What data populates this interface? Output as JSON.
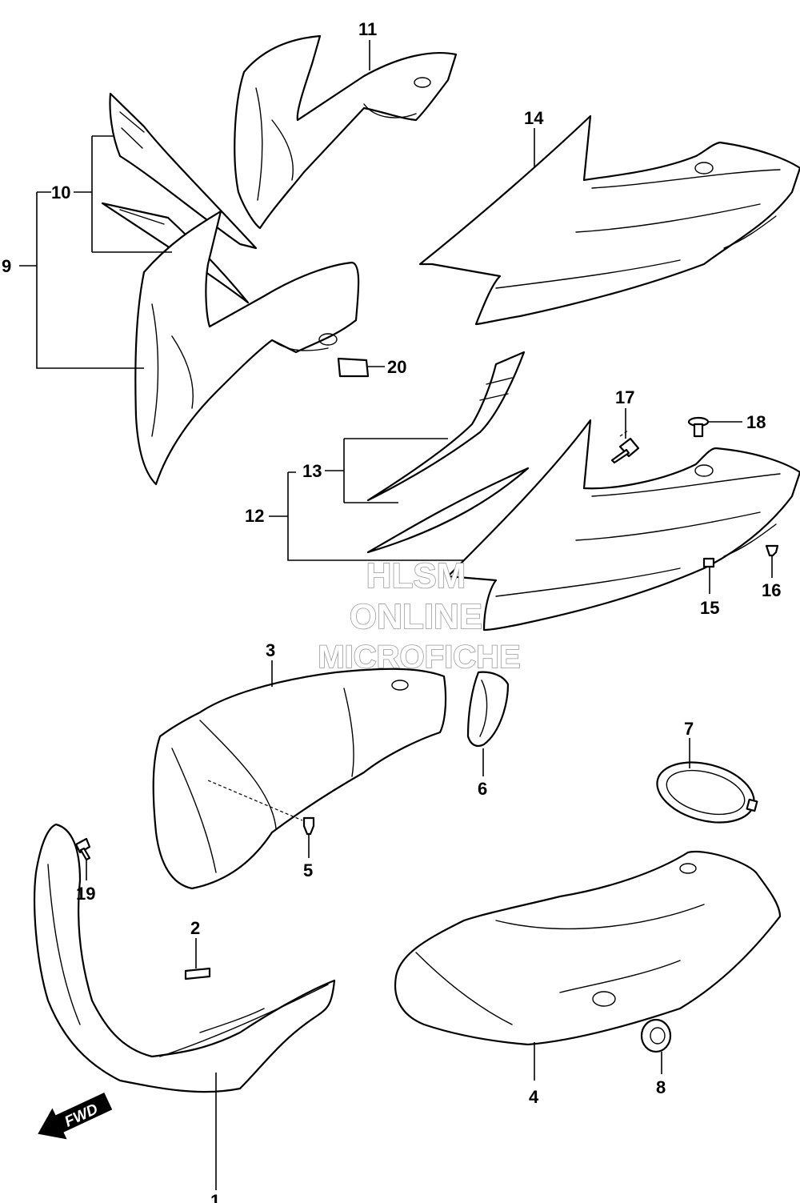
{
  "callouts": {
    "p1": "1",
    "p2": "2",
    "p3": "3",
    "p4": "4",
    "p5": "5",
    "p6": "6",
    "p7": "7",
    "p8": "8",
    "p9": "9",
    "p10": "10",
    "p11": "11",
    "p12": "12",
    "p13": "13",
    "p14": "14",
    "p15": "15",
    "p16": "16",
    "p17": "17",
    "p18": "18",
    "p19": "19",
    "p20": "20"
  },
  "watermark": {
    "line1": "HLSM",
    "line2": "ONLINE",
    "line3": "MICROFICHE"
  },
  "direction": {
    "label": "FWD"
  }
}
